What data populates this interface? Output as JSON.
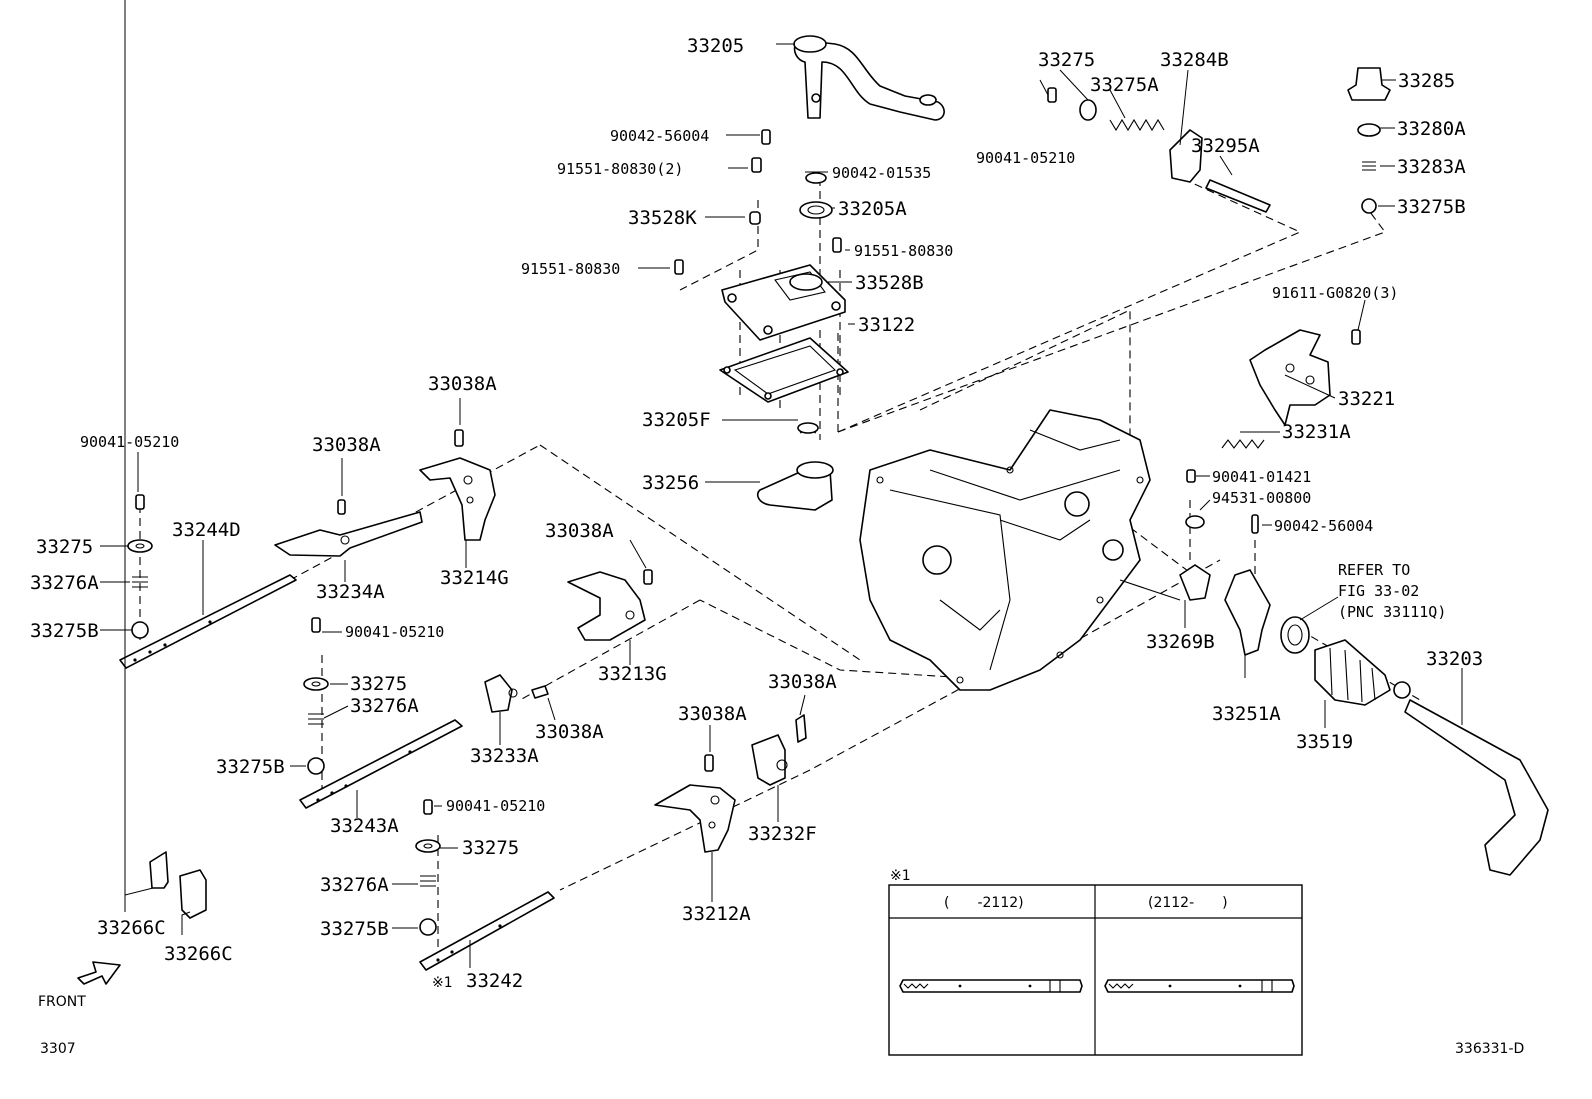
{
  "labels": {
    "p33205": "33205",
    "p90042_56004_a": "90042-56004",
    "p91551_80830_2": "91551-80830(2)",
    "p90042_01535": "90042-01535",
    "p33528K": "33528K",
    "p33205A": "33205A",
    "p91551_80830_r": "91551-80830",
    "p91551_80830_l": "91551-80830",
    "p33528B": "33528B",
    "p33122": "33122",
    "p33205F": "33205F",
    "p33256": "33256",
    "p33275_top": "33275",
    "p33284B": "33284B",
    "p33275A": "33275A",
    "p90041_05210_top": "90041-05210",
    "p33295A": "33295A",
    "p33285": "33285",
    "p33280A": "33280A",
    "p33283A": "33283A",
    "p33275B_top": "33275B",
    "p91611_G0820": "91611-G0820(3)",
    "p33221": "33221",
    "p33231A": "33231A",
    "p90041_01421": "90041-01421",
    "p94531_00800": "94531-00800",
    "p90042_56004_b": "90042-56004",
    "refer1": "REFER TO",
    "refer2": "FIG 33-02",
    "refer3": "(PNC 33111Q)",
    "p33269B": "33269B",
    "p33251A": "33251A",
    "p33519": "33519",
    "p33203": "33203",
    "p33038A_1": "33038A",
    "p33038A_2": "33038A",
    "p90041_05210_l": "90041-05210",
    "p33244D": "33244D",
    "p33275_l": "33275",
    "p33276A_l": "33276A",
    "p33275B_l": "33275B",
    "p33234A": "33234A",
    "p33214G": "33214G",
    "p90041_05210_m": "90041-05210",
    "p33275_m": "33275",
    "p33276A_m": "33276A",
    "p33275B_m": "33275B",
    "p33038A_3": "33038A",
    "p33213G": "33213G",
    "p33233A": "33233A",
    "p33038A_4": "33038A",
    "p33243A": "33243A",
    "p33038A_5": "33038A",
    "p33038A_6": "33038A",
    "p33232F": "33232F",
    "p33212A": "33212A",
    "p90041_05210_b": "90041-05210",
    "p33275_b": "33275",
    "p33276A_b": "33276A",
    "p33275B_b": "33275B",
    "p33242_mark": "※1",
    "p33242": "33242",
    "p33266C_a": "33266C",
    "p33266C_b": "33266C",
    "front": "FRONT",
    "page_code": "3307",
    "fig_code": "336331-D"
  },
  "inset": {
    "marker": "※1",
    "col_left": "(　　-2112)",
    "col_right": "(2112-　　)"
  }
}
